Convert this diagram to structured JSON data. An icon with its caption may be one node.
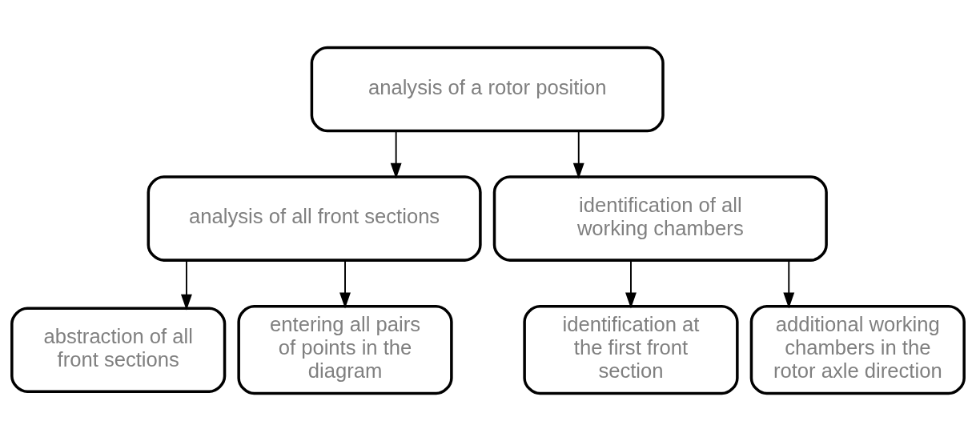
{
  "diagram": {
    "nodes": [
      {
        "text": [
          "analysis of a rotor position"
        ]
      },
      {
        "text": [
          "analysis of all front sections"
        ]
      },
      {
        "text": [
          "identification of all working chambers"
        ]
      },
      {
        "text": [
          "abstraction of all front sections"
        ]
      },
      {
        "text": [
          "entering all pairs of points in the diagram"
        ]
      },
      {
        "text": [
          "identification at the first front section"
        ]
      },
      {
        "text": [
          "additional working chambers in the rotor axle direction"
        ]
      }
    ],
    "edges": [
      {
        "from": 0,
        "to": 1,
        "arrow": "to"
      },
      {
        "from": 0,
        "to": 2,
        "arrow": "to"
      },
      {
        "from": 1,
        "to": 3,
        "arrow": "to"
      },
      {
        "from": 1,
        "to": 4,
        "arrow": "to"
      },
      {
        "from": 2,
        "to": 5,
        "arrow": "to"
      },
      {
        "from": 2,
        "to": 6,
        "arrow": "to"
      }
    ]
  }
}
